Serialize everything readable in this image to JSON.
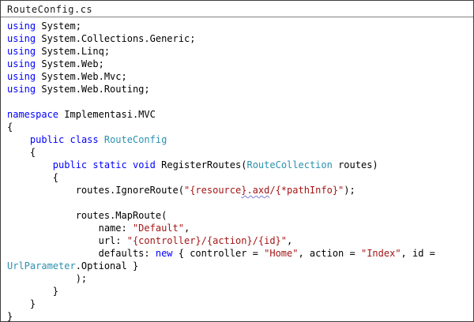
{
  "window": {
    "title": "RouteConfig.cs"
  },
  "colors": {
    "keyword": "#0000ff",
    "type": "#2b91af",
    "string": "#a31515",
    "plain": "#000000",
    "squiggle": "#7a7ad2",
    "border": "#3f3f3f",
    "separator": "#808080",
    "background": "#ffffff"
  },
  "code": {
    "language": "csharp",
    "lines": [
      [
        {
          "t": "using",
          "c": "k"
        },
        {
          "t": " System;",
          "c": "p"
        }
      ],
      [
        {
          "t": "using",
          "c": "k"
        },
        {
          "t": " System.Collections.Generic;",
          "c": "p"
        }
      ],
      [
        {
          "t": "using",
          "c": "k"
        },
        {
          "t": " System.Linq;",
          "c": "p"
        }
      ],
      [
        {
          "t": "using",
          "c": "k"
        },
        {
          "t": " System.Web;",
          "c": "p"
        }
      ],
      [
        {
          "t": "using",
          "c": "k"
        },
        {
          "t": " System.Web.Mvc;",
          "c": "p"
        }
      ],
      [
        {
          "t": "using",
          "c": "k"
        },
        {
          "t": " System.Web.Routing;",
          "c": "p"
        }
      ],
      [],
      [
        {
          "t": "namespace",
          "c": "k"
        },
        {
          "t": " Implementasi.MVC",
          "c": "p"
        }
      ],
      [
        {
          "t": "{",
          "c": "p"
        }
      ],
      [
        {
          "t": "    ",
          "c": "p"
        },
        {
          "t": "public",
          "c": "k"
        },
        {
          "t": " ",
          "c": "p"
        },
        {
          "t": "class",
          "c": "k"
        },
        {
          "t": " ",
          "c": "p"
        },
        {
          "t": "RouteConfig",
          "c": "t"
        }
      ],
      [
        {
          "t": "    {",
          "c": "p"
        }
      ],
      [
        {
          "t": "        ",
          "c": "p"
        },
        {
          "t": "public",
          "c": "k"
        },
        {
          "t": " ",
          "c": "p"
        },
        {
          "t": "static",
          "c": "k"
        },
        {
          "t": " ",
          "c": "p"
        },
        {
          "t": "void",
          "c": "k"
        },
        {
          "t": " RegisterRoutes(",
          "c": "p"
        },
        {
          "t": "RouteCollection",
          "c": "t"
        },
        {
          "t": " routes)",
          "c": "p"
        }
      ],
      [
        {
          "t": "        {",
          "c": "p"
        }
      ],
      [
        {
          "t": "            routes.IgnoreRoute(",
          "c": "p"
        },
        {
          "t": "\"{resource",
          "c": "s"
        },
        {
          "t": "}.axd",
          "c": "sq"
        },
        {
          "t": "/{*pathInfo}\"",
          "c": "s"
        },
        {
          "t": ");",
          "c": "p"
        }
      ],
      [],
      [
        {
          "t": "            routes.MapRoute(",
          "c": "p"
        }
      ],
      [
        {
          "t": "                name: ",
          "c": "p"
        },
        {
          "t": "\"Default\"",
          "c": "s"
        },
        {
          "t": ",",
          "c": "p"
        }
      ],
      [
        {
          "t": "                url: ",
          "c": "p"
        },
        {
          "t": "\"{controller}/{action}/{id}\"",
          "c": "s"
        },
        {
          "t": ",",
          "c": "p"
        }
      ],
      [
        {
          "t": "                defaults: ",
          "c": "p"
        },
        {
          "t": "new",
          "c": "k"
        },
        {
          "t": " { controller = ",
          "c": "p"
        },
        {
          "t": "\"Home\"",
          "c": "s"
        },
        {
          "t": ", action = ",
          "c": "p"
        },
        {
          "t": "\"Index\"",
          "c": "s"
        },
        {
          "t": ", id =",
          "c": "p"
        }
      ],
      [
        {
          "t": "UrlParameter",
          "c": "t"
        },
        {
          "t": ".Optional }",
          "c": "p"
        }
      ],
      [
        {
          "t": "            );",
          "c": "p"
        }
      ],
      [
        {
          "t": "        }",
          "c": "p"
        }
      ],
      [
        {
          "t": "    }",
          "c": "p"
        }
      ],
      [
        {
          "t": "}",
          "c": "p"
        }
      ]
    ]
  }
}
